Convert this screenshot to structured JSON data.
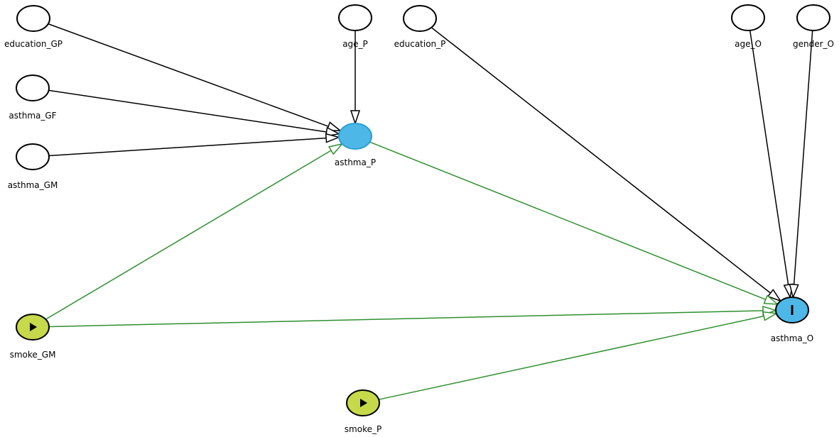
{
  "colors": {
    "plain_fill": "#ffffff",
    "node_stroke": "#000000",
    "outcome_fill": "#4db8e8",
    "outcome_stroke": "#2a9fd0",
    "exposure_fill": "#c6d94a",
    "exposure_stroke": "#000000",
    "edge_plain": "#000000",
    "edge_causal": "#2f8f2f"
  },
  "nodes": [
    {
      "id": "education_GP",
      "label": "education_GP",
      "kind": "plain"
    },
    {
      "id": "asthma_GF",
      "label": "asthma_GF",
      "kind": "plain"
    },
    {
      "id": "asthma_GM",
      "label": "asthma_GM",
      "kind": "plain"
    },
    {
      "id": "age_P",
      "label": "age_P",
      "kind": "plain"
    },
    {
      "id": "education_P",
      "label": "education_P",
      "kind": "plain"
    },
    {
      "id": "age_O",
      "label": "age_O",
      "kind": "plain"
    },
    {
      "id": "gender_O",
      "label": "gender_O",
      "kind": "plain"
    },
    {
      "id": "asthma_P",
      "label": "asthma_P",
      "kind": "intermediate"
    },
    {
      "id": "asthma_O",
      "label": "asthma_O",
      "kind": "outcome",
      "icon": "outcome-bar-icon"
    },
    {
      "id": "smoke_GM",
      "label": "smoke_GM",
      "kind": "exposure",
      "icon": "play-icon"
    },
    {
      "id": "smoke_P",
      "label": "smoke_P",
      "kind": "exposure",
      "icon": "play-icon"
    }
  ],
  "edges": [
    {
      "from": "education_GP",
      "to": "asthma_P",
      "type": "plain"
    },
    {
      "from": "asthma_GF",
      "to": "asthma_P",
      "type": "plain"
    },
    {
      "from": "asthma_GM",
      "to": "asthma_P",
      "type": "plain"
    },
    {
      "from": "age_P",
      "to": "asthma_P",
      "type": "plain"
    },
    {
      "from": "education_P",
      "to": "asthma_O",
      "type": "plain"
    },
    {
      "from": "age_O",
      "to": "asthma_O",
      "type": "plain"
    },
    {
      "from": "gender_O",
      "to": "asthma_O",
      "type": "plain"
    },
    {
      "from": "smoke_GM",
      "to": "asthma_P",
      "type": "causal"
    },
    {
      "from": "asthma_P",
      "to": "asthma_O",
      "type": "causal"
    },
    {
      "from": "smoke_GM",
      "to": "asthma_O",
      "type": "causal"
    },
    {
      "from": "smoke_P",
      "to": "asthma_O",
      "type": "causal"
    }
  ]
}
